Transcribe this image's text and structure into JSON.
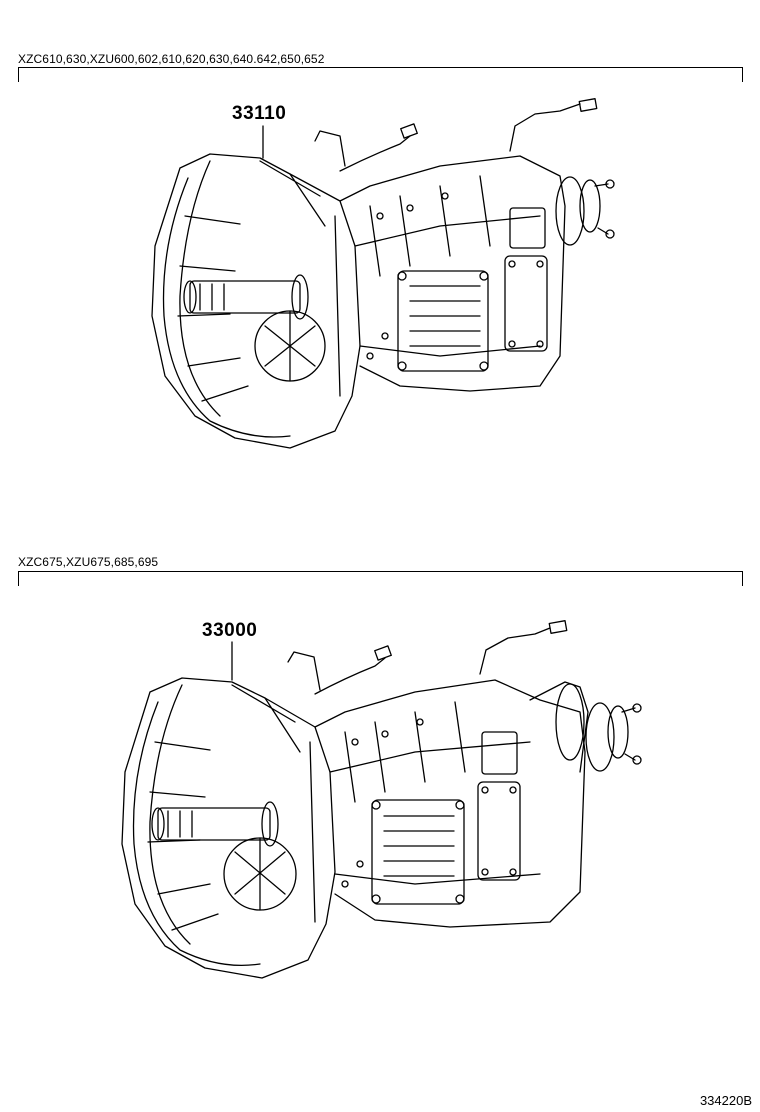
{
  "sections": [
    {
      "models": "XZC610,630,XZU600,602,610,620,630,640.642,650,652",
      "part_number": "33110",
      "figure": "transmission-assembly-5-speed-icon"
    },
    {
      "models": "XZC675,XZU675,685,695",
      "part_number": "33000",
      "figure": "transmission-assembly-extended-icon"
    }
  ],
  "illustration_ref": "334220B",
  "colors": {
    "line": "#000000",
    "background": "#ffffff"
  }
}
